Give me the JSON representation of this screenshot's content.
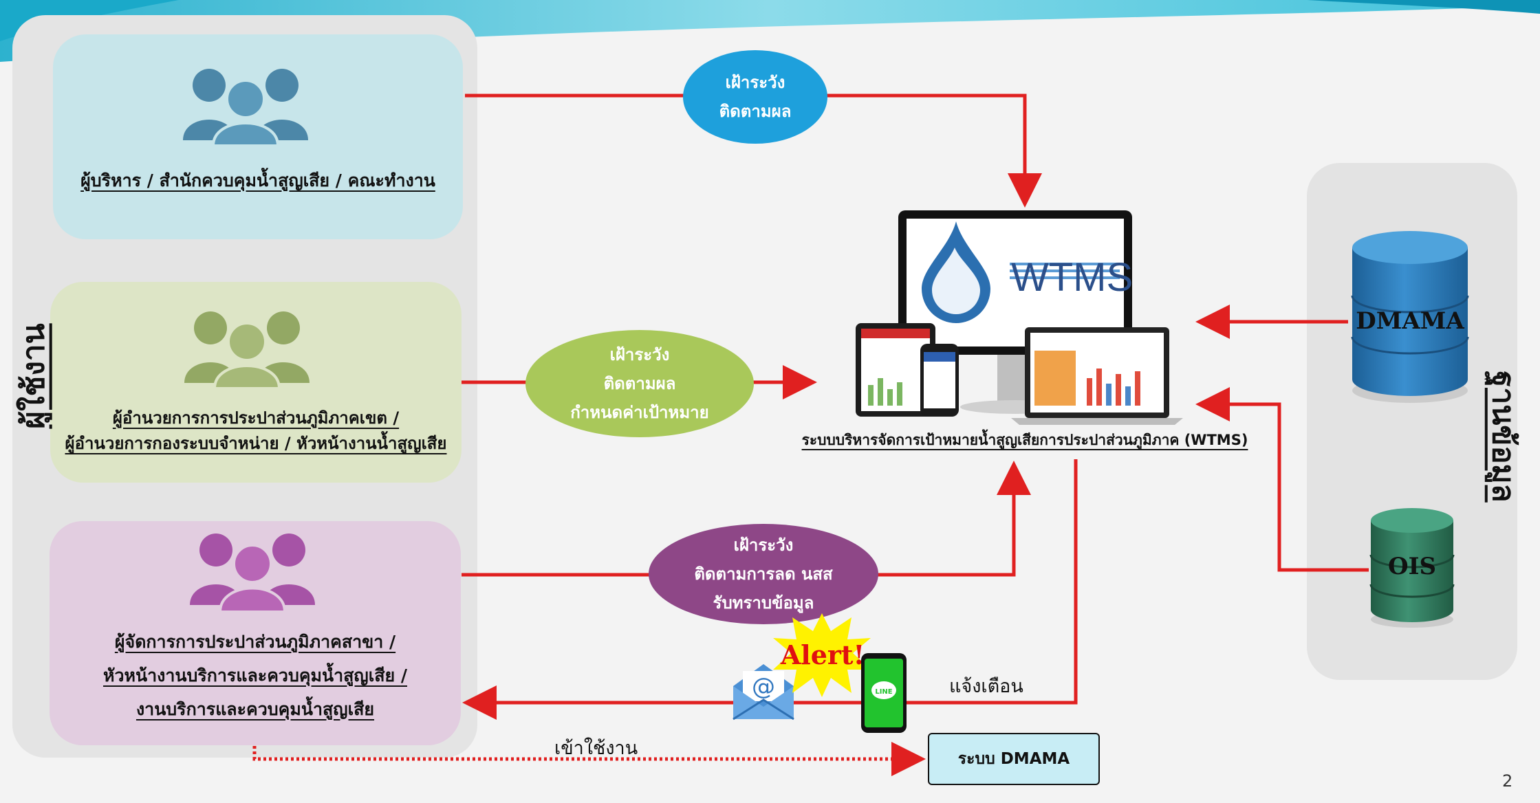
{
  "users": {
    "side_label": "ผู้ใช้งาน",
    "groups": [
      {
        "label_lines": [
          "ผู้บริหาร / สำนักควบคุมน้ำสูญเสีย / คณะทำงาน"
        ]
      },
      {
        "label_lines": [
          "ผู้อำนวยการการประปาส่วนภูมิภาคเขต /",
          "ผู้อำนวยการกองระบบจำหน่าย / หัวหน้างานน้ำสูญเสีย"
        ]
      },
      {
        "label_lines": [
          "ผู้จัดการการประปาส่วนภูมิภาคสาขา /",
          "หัวหน้างานบริการและควบคุมน้ำสูญเสีย /",
          "งานบริการและควบคุมน้ำสูญเสีย"
        ]
      }
    ]
  },
  "bubbles": [
    {
      "lines": [
        "เฝ้าระวัง",
        "ติดตามผล"
      ],
      "color": "#1ea0dc"
    },
    {
      "lines": [
        "เฝ้าระวัง",
        "ติดตามผล",
        "กำหนดค่าเป้าหมาย"
      ],
      "color": "#a9c85a"
    },
    {
      "lines": [
        "เฝ้าระวัง",
        "ติดตามการลด นสส",
        "รับทราบข้อมูล"
      ],
      "color": "#8e4787"
    }
  ],
  "wtms": {
    "logo_text": "WTMS",
    "caption": "ระบบบริหารจัดการเป้าหมายน้ำสูญเสียการประปาส่วนภูมิภาค (WTMS)"
  },
  "data_sources": {
    "side_label": "ฐานข้อมูล",
    "items": [
      {
        "name": "DMAMA",
        "color": "#2a7bbd"
      },
      {
        "name": "OIS",
        "color": "#2f7d5e"
      }
    ]
  },
  "notification": {
    "label": "แจ้งเตือน",
    "alert_text": "Alert!",
    "line_icon_text": "LINE"
  },
  "access": {
    "label": "เข้าใช้งาน",
    "target": "ระบบ DMAMA"
  },
  "page_number": "2",
  "colors": {
    "arrow": "#e02020",
    "banner": "#2fc0d8"
  }
}
